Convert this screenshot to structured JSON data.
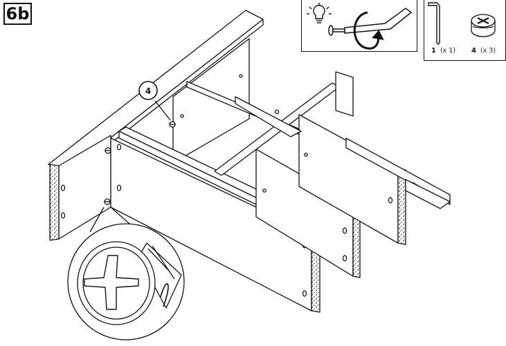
{
  "step": {
    "label": "6b"
  },
  "callout": {
    "label": "4"
  },
  "tip": {
    "icon": "lightbulb-icon",
    "action": "rotate-clockwise"
  },
  "parts": [
    {
      "number": "1",
      "quantity": "(x 1)",
      "icon": "allen-key-icon"
    },
    {
      "number": "4",
      "quantity": "(x 3)",
      "icon": "cam-lock-icon"
    }
  ],
  "colors": {
    "line": "#111111",
    "background": "#ffffff",
    "particle_edge": "#3a3a3a"
  }
}
